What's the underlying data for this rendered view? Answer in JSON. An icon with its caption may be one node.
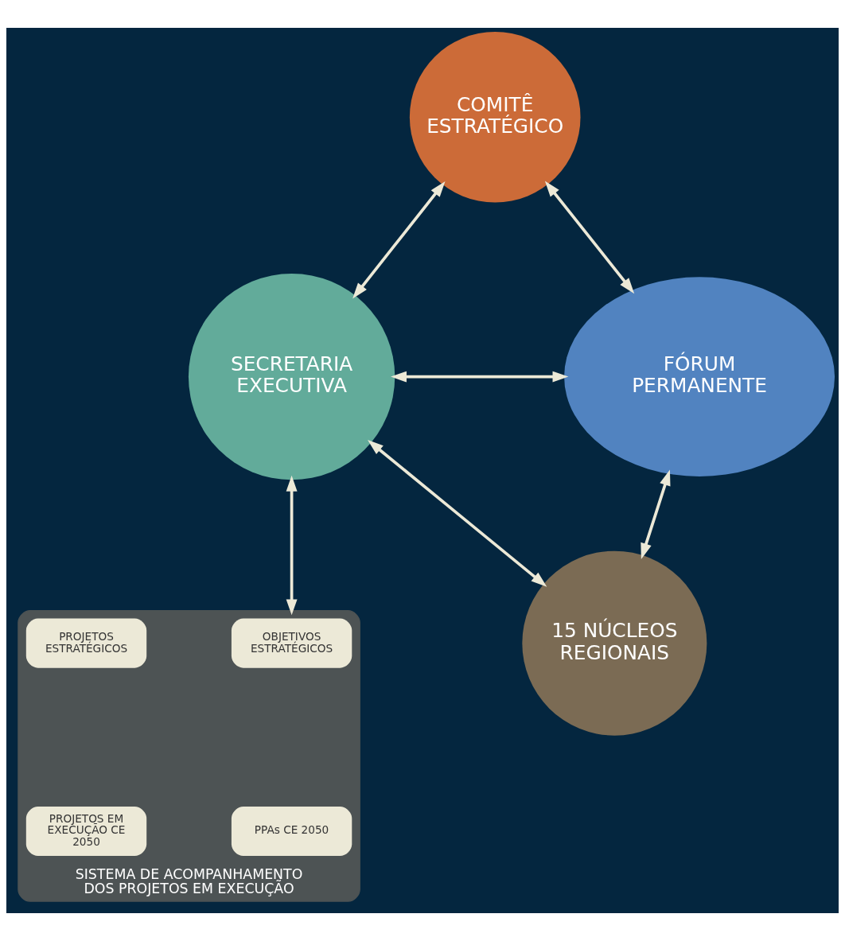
{
  "diagram": {
    "nodes": [
      {
        "text": [
          "COMITÊ ESTRATÉGICO"
        ]
      },
      {
        "text": [
          "SECRETARIA EXECUTIVA"
        ]
      },
      {
        "text": [
          "FÓRUM PERMANENTE"
        ]
      },
      {
        "text": [
          "15 NÚCLEOS REGIONAIS"
        ]
      },
      {
        "text": [
          "SISTEMA DE ACOMPANHAMENTO DOS PROJETOS EM EXECUÇÃO"
        ]
      },
      {
        "text": [
          "OBJETIVOS ESTRATÉGICOS"
        ],
        "in": 4
      },
      {
        "text": [
          "PROJETOS ESTRATÉGICOS"
        ],
        "in": 4
      },
      {
        "text": [
          "PPAs CE 2050"
        ],
        "in": 4
      },
      {
        "text": [
          "PROJETOS EM EXECUÇÃO CE 2050"
        ],
        "in": 4
      }
    ],
    "edges": [
      {
        "from": 1,
        "to": 0,
        "arrow": "both"
      },
      {
        "from": 0,
        "to": 2,
        "arrow": "both"
      },
      {
        "from": 1,
        "to": 2,
        "arrow": "both"
      },
      {
        "from": 1,
        "to": 3,
        "arrow": "both"
      },
      {
        "from": 2,
        "to": 3,
        "arrow": "both"
      },
      {
        "from": 1,
        "to": 4,
        "arrow": "both"
      }
    ]
  }
}
